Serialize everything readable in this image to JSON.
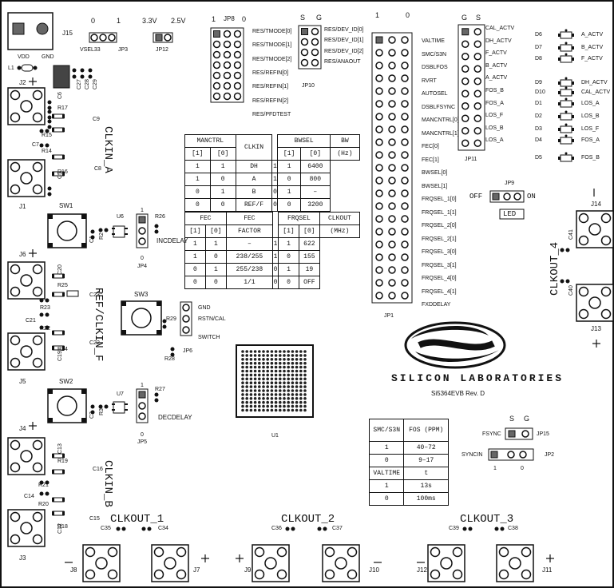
{
  "board": {
    "name": "Si5364EVB Rev. D",
    "logo_text": "SILICON LABORATORIES",
    "ic_label": "U1"
  },
  "connectors": {
    "J15": "J15",
    "vdd": "VDD",
    "gnd": "GND",
    "J1": "J1",
    "J2": "J2",
    "J3": "J3",
    "J4": "J4",
    "J5": "J5",
    "J6": "J6",
    "J7": "J7",
    "J8": "J8",
    "J9": "J9",
    "J10": "J10",
    "J11": "J11",
    "J12": "J12",
    "J13": "J13",
    "J14": "J14"
  },
  "groups": {
    "clkin_a": "CLKIN_A",
    "clkin_b": "CLKIN_B",
    "ref_clkin_f": "REF/CLKIN_F",
    "clkout_1": "CLKOUT_1",
    "clkout_2": "CLKOUT_2",
    "clkout_3": "CLKOUT_3",
    "clkout_4": "CLKOUT_4"
  },
  "jumpers_top": {
    "vsel33": "VSEL33",
    "jp3": "JP3",
    "jp12": "JP12",
    "jp3_0": "0",
    "jp3_1": "1",
    "jp12_33": "3.3V",
    "jp12_25": "2.5V",
    "jp8": "JP8",
    "jp8_1": "1",
    "jp8_0": "0",
    "jp10": "JP10",
    "jp10_s": "S",
    "jp10_g": "G",
    "jp1": "JP1",
    "jp1_1": "1",
    "jp1_0": "0",
    "jp11": "JP11",
    "jp11_g": "G",
    "jp11_s": "S"
  },
  "jp8_labels": [
    "RES/TMODE[0]",
    "RES/TMODE[1]",
    "RES/TMODE[2]",
    "RES/REFIN[0]",
    "RES/REFIN[1]",
    "RES/REFIN[2]",
    "RES/PFDTEST"
  ],
  "jp10_labels": [
    "RES/DEV_ID[0]",
    "RES/DEV_ID[1]",
    "RES/DEV_ID[2]",
    "RES/ANAOUT"
  ],
  "jp1_labels": [
    "VALTIME",
    "SMC/S3N",
    "DSBLFOS",
    "RVRT",
    "AUTOSEL",
    "DSBLFSYNC",
    "MANCNTRL[0]",
    "MANCNTRL[1]",
    "FEC[0]",
    "FEC[1]",
    "BWSEL[0]",
    "BWSEL[1]",
    "FRQSEL_1[0]",
    "FRQSEL_1[1]",
    "FRQSEL_2[0]",
    "FRQSEL_2[1]",
    "FRQSEL_3[0]",
    "FRQSEL_3[1]",
    "FRQSEL_4[0]",
    "FRQSEL_4[1]",
    "FXDDELAY"
  ],
  "jp11_labels": [
    "CAL_ACTV",
    "DH_ACTV",
    "F_ACTV",
    "B_ACTV",
    "A_ACTV",
    "FOS_B",
    "FOS_A",
    "LOS_F",
    "LOS_B",
    "LOS_A"
  ],
  "leds": [
    {
      "ref": "D6",
      "label": "A_ACTV"
    },
    {
      "ref": "D7",
      "label": "B_ACTV"
    },
    {
      "ref": "D8",
      "label": "F_ACTV"
    },
    {
      "ref": "D9",
      "label": "DH_ACTV"
    },
    {
      "ref": "D10",
      "label": "CAL_ACTV"
    },
    {
      "ref": "D1",
      "label": "LOS_A"
    },
    {
      "ref": "D2",
      "label": "LOS_B"
    },
    {
      "ref": "D3",
      "label": "LOS_F"
    },
    {
      "ref": "D4",
      "label": "FOS_A"
    },
    {
      "ref": "D5",
      "label": "FOS_B"
    }
  ],
  "jp9": {
    "name": "JP9",
    "off": "OFF",
    "on": "ON",
    "led": "LED"
  },
  "switches": {
    "sw1": "SW1",
    "sw2": "SW2",
    "sw3": "SW3",
    "incdelay": "INCDELAY",
    "decdelay": "DECDELAY",
    "jp4": "JP4",
    "jp5": "JP5",
    "jp6": "JP6",
    "jp6_gnd": "GND",
    "jp6_rstn": "RSTN/CAL",
    "jp6_switch": "SWITCH",
    "u6": "U6",
    "u7": "U7"
  },
  "components": [
    "L1",
    "C27",
    "C28",
    "C29",
    "C6",
    "R17",
    "C9",
    "R15",
    "C7",
    "R14",
    "C8",
    "R16",
    "C5",
    "R26",
    "R2",
    "C1",
    "R25",
    "C20",
    "C23",
    "R23",
    "C21",
    "R22",
    "C22",
    "C19",
    "R24",
    "R29",
    "R28",
    "R27",
    "R3",
    "C2",
    "C13",
    "R19",
    "C16",
    "R21",
    "C14",
    "R20",
    "C15",
    "C12",
    "R18",
    "C41",
    "C40",
    "C35",
    "C34",
    "C36",
    "C37",
    "C39",
    "C38"
  ],
  "table1": {
    "headers": [
      "MANCTRL",
      "CLKIN",
      "BWSEL",
      "BW"
    ],
    "sub": [
      "[1]",
      "[0]",
      "",
      "[1]",
      "[0]",
      "(Hz)"
    ],
    "rows": [
      [
        "1",
        "1",
        "DH",
        "1",
        "1",
        "6400"
      ],
      [
        "1",
        "0",
        "A",
        "1",
        "0",
        "800"
      ],
      [
        "0",
        "1",
        "B",
        "0",
        "1",
        "–"
      ],
      [
        "0",
        "0",
        "REF/F",
        "0",
        "0",
        "3200"
      ]
    ]
  },
  "table2": {
    "headers": [
      "FEC",
      "FEC",
      "FRQSEL",
      "CLKOUT"
    ],
    "sub": [
      "[1]",
      "[0]",
      "FACTOR",
      "[1]",
      "[0]",
      "(MHz)"
    ],
    "rows": [
      [
        "1",
        "1",
        "–",
        "1",
        "1",
        "622"
      ],
      [
        "1",
        "0",
        "238/255",
        "1",
        "0",
        "155"
      ],
      [
        "0",
        "1",
        "255/238",
        "0",
        "1",
        "19"
      ],
      [
        "0",
        "0",
        "1/1",
        "0",
        "0",
        "OFF"
      ]
    ]
  },
  "table3": {
    "headers": [
      "SMC/S3N",
      "FOS (PPM)"
    ],
    "rows": [
      [
        "1",
        "40–72"
      ],
      [
        "0",
        "9–17"
      ],
      [
        "VALTIME",
        "t"
      ],
      [
        "1",
        "13s"
      ],
      [
        "0",
        "100ms"
      ]
    ]
  },
  "jp15": {
    "name": "JP15",
    "label": "FSYNC",
    "s": "S",
    "g": "G"
  },
  "jp2": {
    "name": "JP2",
    "label": "SYNCIN",
    "one": "1",
    "zero": "0"
  }
}
